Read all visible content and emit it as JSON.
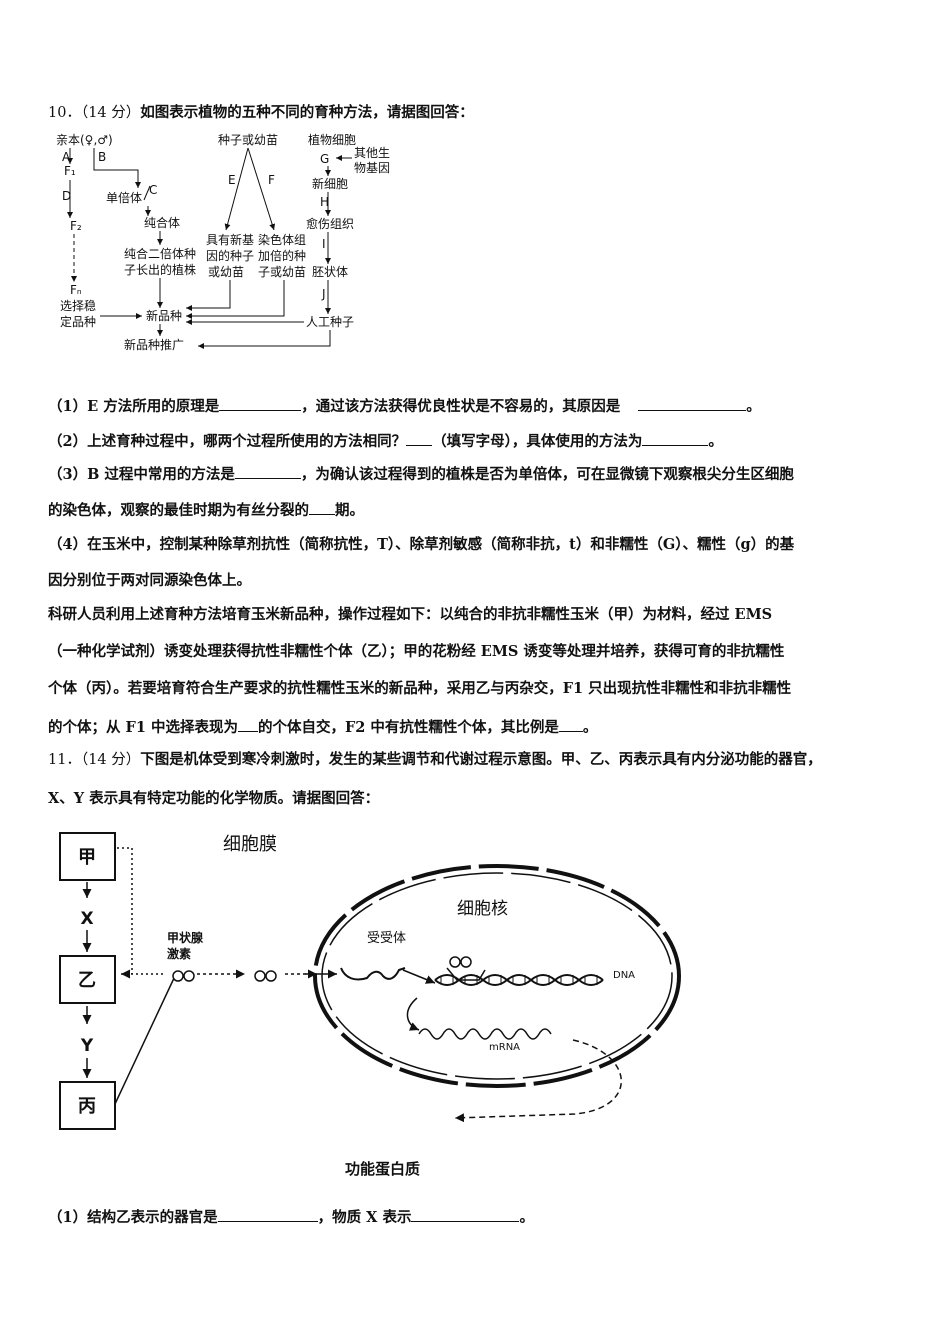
{
  "q10": {
    "num": "10．（14 分）",
    "stem": "如图表示植物的五种不同的育种方法，请据图回答：",
    "diagram": {
      "parents": "亲本(♀,♂)",
      "A": "A",
      "B": "B",
      "C": "C",
      "D": "D",
      "E": "E",
      "F": "F",
      "G": "G",
      "H": "H",
      "I": "I",
      "J": "J",
      "F1": "F₁",
      "F2": "F₂",
      "Fn": "Fₙ",
      "haploid": "单倍体",
      "pure": "纯合体",
      "diploid_1": "纯合二倍体种",
      "diploid_2": "子长出的植株",
      "stable_1": "选择稳",
      "stable_2": "定品种",
      "new_variety": "新品种",
      "promotion": "新品种推广",
      "seed": "种子或幼苗",
      "newgene_1": "具有新基",
      "newgene_2": "因的种子",
      "newgene_3": "或幼苗",
      "doubled_1": "染色体组",
      "doubled_2": "加倍的种",
      "doubled_3": "子或幼苗",
      "plant_cell": "植物细胞",
      "other_gene_1": "其他生",
      "other_gene_2": "物基因",
      "new_cell": "新细胞",
      "callus": "愈伤组织",
      "embryoid": "胚状体",
      "artificial_seed": "人工种子"
    },
    "p1_a": "（1）E 方法所用的原理是",
    "p1_b": "，通过该方法获得优良性状是不容易的，其原因是",
    "p1_c": "。",
    "p2_a": "（2）上述育种过程中，哪两个过程所使用的方法相同？",
    "p2_b": "（填写字母），具体使用的方法为",
    "p2_c": "。",
    "p3_a": "（3）B 过程中常用的方法是",
    "p3_b": "，为确认该过程得到的植株是否为单倍体，可在显微镜下观察根尖分生区细胞",
    "p3_c": "的染色体，观察的最佳时期为有丝分裂的",
    "p3_d": "期。",
    "p4_1": "（4）在玉米中，控制某种除草剂抗性（简称抗性，T）、除草剂敏感（简称非抗，t）和非糯性（G）、糯性（g）的基",
    "p4_2": "因分别位于两对同源染色体上。",
    "p4_3": "科研人员利用上述育种方法培育玉米新品种，操作过程如下：以纯合的非抗非糯性玉米（甲）为材料，经过 EMS",
    "p4_4": "（一种化学试剂）诱变处理获得抗性非糯性个体（乙）；甲的花粉经 EMS 诱变等处理并培养，获得可育的非抗糯性",
    "p4_5": "个体（丙）。若要培育符合生产要求的抗性糯性玉米的新品种，采用乙与丙杂交，F1 只出现抗性非糯性和非抗非糯性",
    "p4_6a": "的个体；从 F1 中选择表现为",
    "p4_6b": "的个体自交，F2 中有抗性糯性个体，其比例是",
    "p4_6c": "。"
  },
  "q11": {
    "num": "11．（14 分）",
    "stem_1": "下图是机体受到寒冷刺激时，发生的某些调节和代谢过程示意图。甲、乙、丙表示具有内分泌功能的器官，",
    "stem_2": "X、Y 表示具有特定功能的化学物质。请据图回答：",
    "diagram": {
      "jia": "甲",
      "yi": "乙",
      "bing": "丙",
      "X": "X",
      "Y": "Y",
      "thyroid_1": "甲状腺",
      "thyroid_2": "激素",
      "membrane": "细胞膜",
      "nucleus": "细胞核",
      "receptor": "受受体",
      "dna": "DNA",
      "mrna": "mRNA",
      "protein": "功能蛋白质"
    },
    "p1_a": "（1）结构乙表示的器官是",
    "p1_b": "，物质 X 表示",
    "p1_c": "。"
  }
}
